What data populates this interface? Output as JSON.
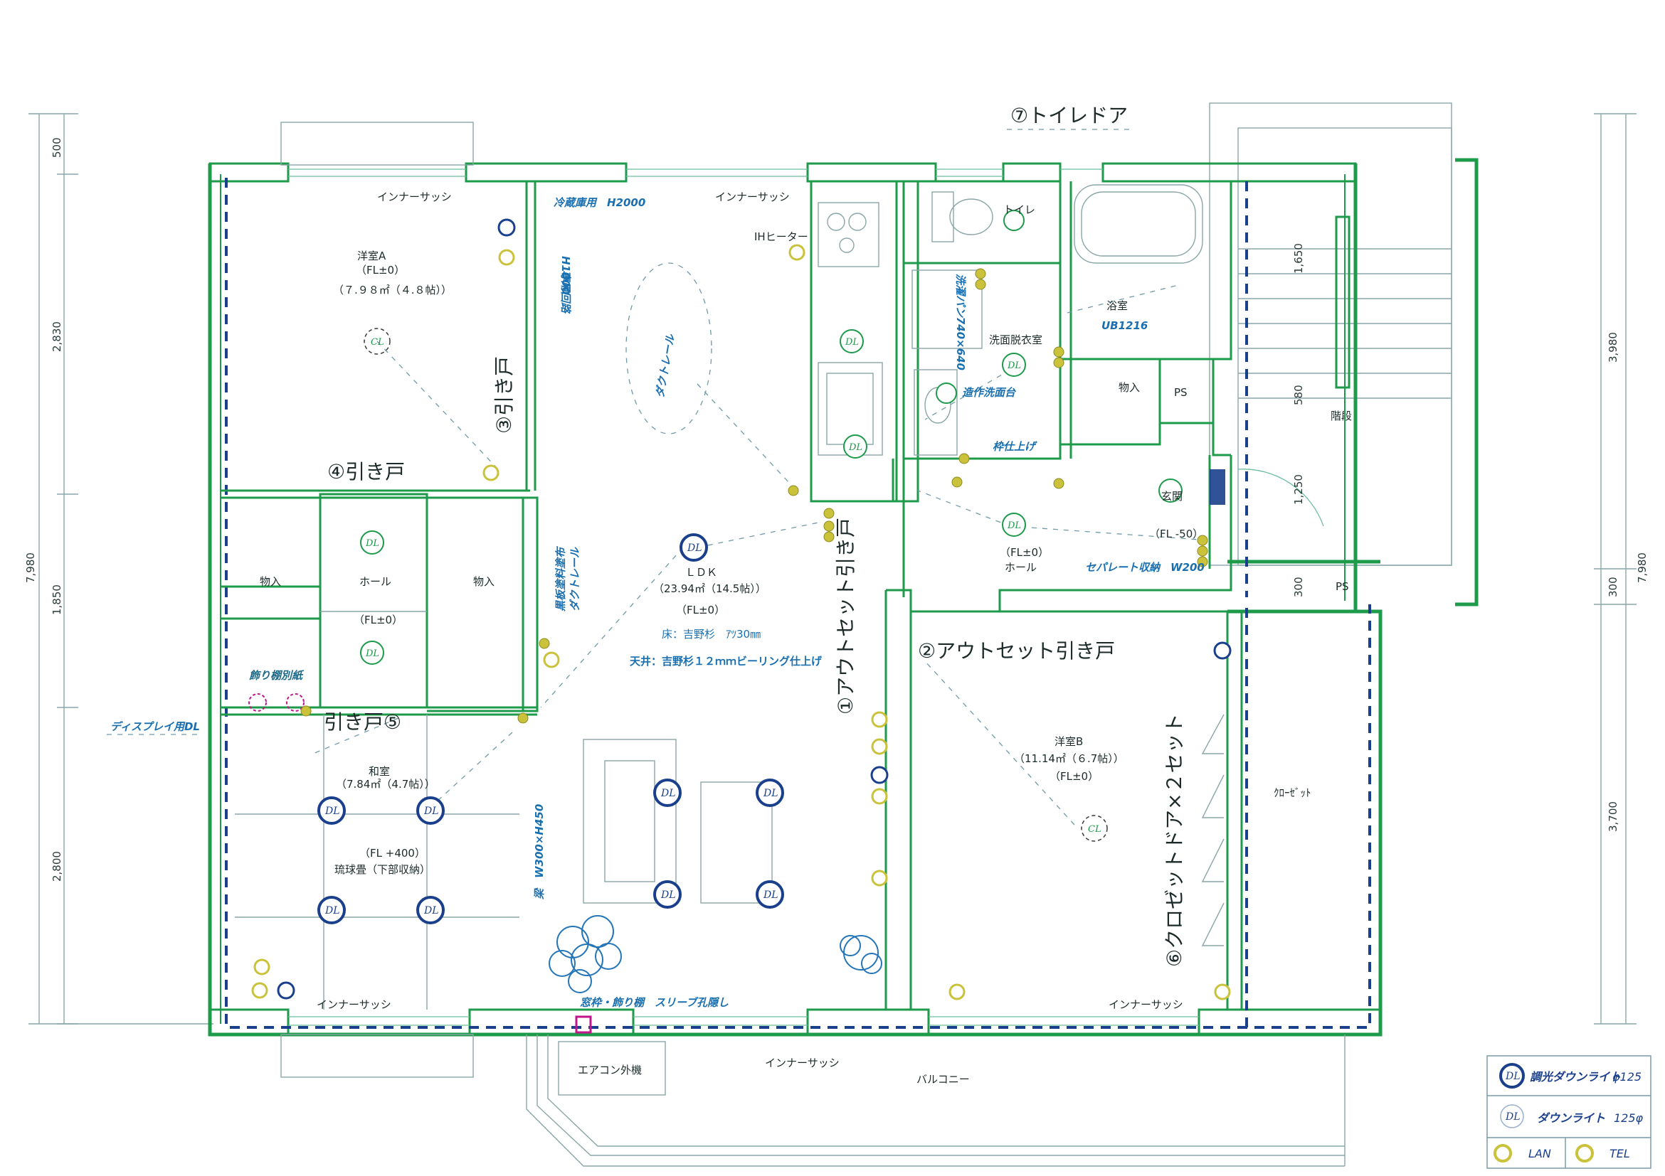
{
  "rooms": {
    "yoshitsu_a": {
      "name": "洋室A",
      "level": "（FL±0）",
      "area": "（７.９８㎡（４.８帖））"
    },
    "ldk": {
      "name": "ＬＤＫ",
      "area": "（23.94㎡（14.5帖））",
      "level": "（FL±0）",
      "floor": "床：吉野杉　ｱﾂ30㎜",
      "ceiling": "天井：吉野杉１２ｍｍビーリング仕上げ"
    },
    "washitsu": {
      "name": "和室",
      "area": "（7.84㎡（4.7帖））",
      "level": "（FL +400）",
      "tatami": "琉球畳（下部収納）"
    },
    "hall_left": {
      "name": "ホール",
      "level": "（FL±0）"
    },
    "hall_right": {
      "level": "（FL±0）",
      "name": "ホール"
    },
    "yoshitsu_b": {
      "name": "洋室B",
      "area": "（11.14㎡（６.7帖））",
      "level": "（FL±0）"
    },
    "storage_left": "物入",
    "storage_mid": "物入",
    "storage_right": "物入",
    "toilet": "トイレ",
    "bath": "浴室",
    "bath_unit": "UB1216",
    "washroom": "洗面脱衣室",
    "vanity": "造作洗面台",
    "ps": "PS",
    "ps_bottom": "PS",
    "genkan": "玄関",
    "genkan_level": "（FL -50）",
    "stairs": "階段",
    "closet": "ｸﾛｰｾﾞｯﾄ",
    "balcony": "バルコニー",
    "aircon": "エアコン外機"
  },
  "doors": {
    "d1": "①アウトセット引き戸",
    "d2": "②アウトセット引き戸",
    "d3": "③引き戸",
    "d4": "④引き戸",
    "d5": "引き戸⑤",
    "d6": "⑥クロゼットドア×２セット",
    "d7": "⑦トイレドア"
  },
  "notes": {
    "inner_sash": "インナーサッシ",
    "fridge": "冷蔵庫用　H2000",
    "h1000": "H1000",
    "dedicated_circuit": "専用回路",
    "ih": "IHヒーター",
    "duct_rail": "ダクトレール",
    "bed_duct_rail_1": "黒板塗料塗布",
    "bed_duct_rail_2": "ダクトレール",
    "display_shelf": "飾り棚別紙",
    "display_dl": "ディスプレイ用DL",
    "beam": "梁　W300×H450",
    "window_frame": "窓枠・飾り棚　スリーブ孔隠し",
    "dryer_fan": "洗濯パン740×640",
    "frame_finish": "枠仕上げ",
    "separate_storage": "セパレート収納　W200"
  },
  "dims_left": {
    "total": "7,980",
    "d1": "500",
    "d2": "2,830",
    "d3": "1,850",
    "d4": "2,800"
  },
  "dims_right": {
    "total": "7,980",
    "d1": "3,980",
    "d2": "300",
    "d3": "3,700"
  },
  "dims_stairs": {
    "d1": "1,650",
    "d2": "580",
    "d3": "1,250",
    "d4": "300"
  },
  "fixtures": {
    "dl": "DL",
    "cl": "CL",
    "lan": "LAN"
  },
  "legend": {
    "dimmable_dl": "調光ダウンライト",
    "dimmable_dl_size": "φ125",
    "dl": "ダウンライト",
    "dl_size": "125φ",
    "lan": "LAN",
    "tel": "TEL"
  },
  "colors": {
    "wall": "#1d9a4a",
    "light": "#1a3f8c",
    "outlet": "#c9c23a"
  }
}
